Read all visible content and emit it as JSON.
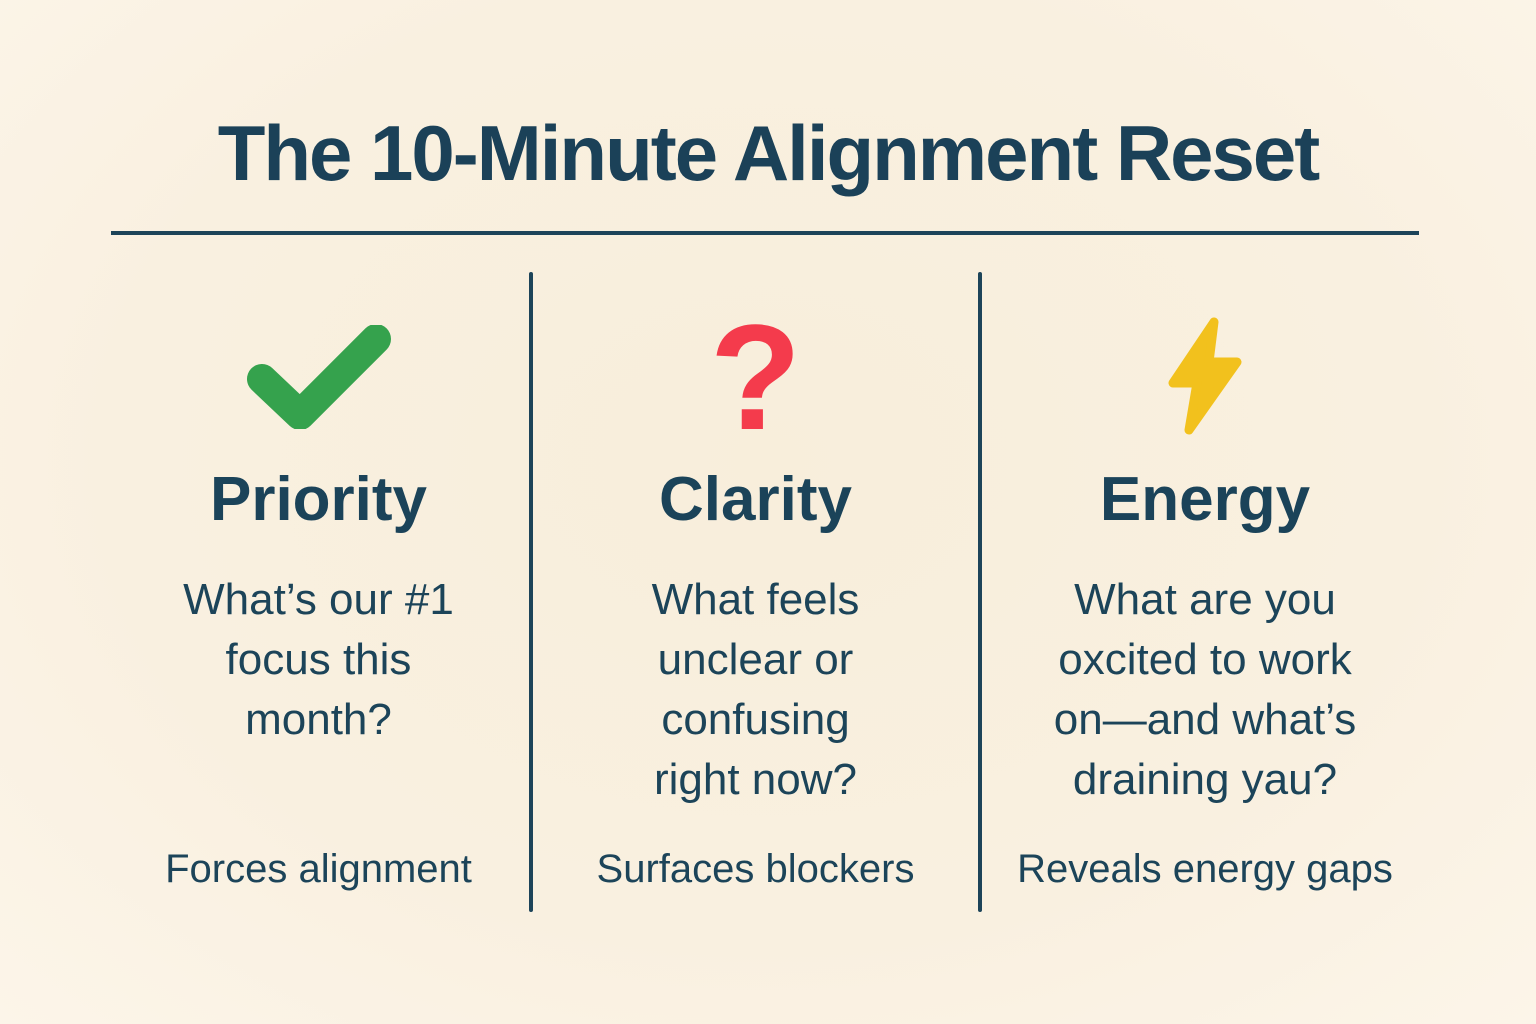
{
  "title": "The 10-Minute Alignment Reset",
  "colors": {
    "background": "#f9efde",
    "title_text": "#1b4158",
    "body_text": "#1c4459",
    "divider": "#1d4459",
    "check_green": "#35a24d",
    "question_red": "#f43b4c",
    "bolt_yellow": "#f2c11d"
  },
  "columns": [
    {
      "icon": "check-icon",
      "heading": "Priority",
      "question": "What’s our #1\nfocus this\nmonth?",
      "footer": "Forces alignment"
    },
    {
      "icon": "question-mark-icon",
      "icon_glyph": "?",
      "heading": "Clarity",
      "question": "What feels\nunclear or\nconfusing\nright now?",
      "footer": "Surfaces blockers"
    },
    {
      "icon": "lightning-bolt-icon",
      "heading": "Energy",
      "question": "What are you\noxcited to work\non—and what’s\ndraining yau?",
      "footer": "Reveals energy gaps"
    }
  ]
}
